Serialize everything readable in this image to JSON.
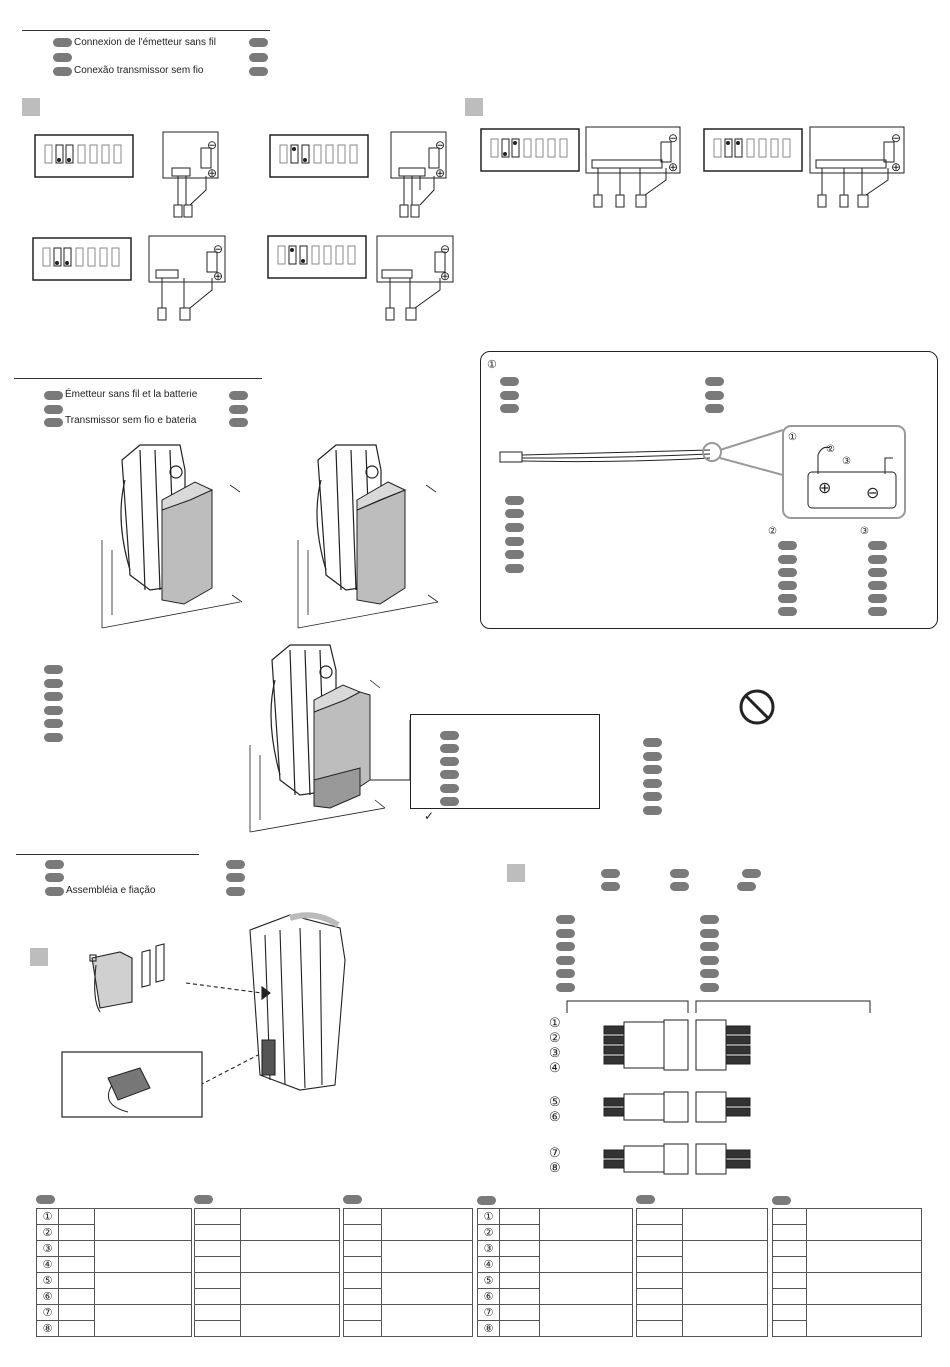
{
  "section_connection": {
    "title_fr": "Connexion de l'émetteur sans fil",
    "title_pt": "Conexão transmissor sem fio"
  },
  "section_battery": {
    "title_fr": "Émetteur sans fil et la batterie",
    "title_pt": "Transmissor sem fio e bateria"
  },
  "section_assembly": {
    "title_pt": "Assembléia e fiação"
  },
  "callout_numbers": [
    "①",
    "②",
    "③"
  ],
  "connector_numbers": [
    "①",
    "②",
    "③",
    "④",
    "⑤",
    "⑥",
    "⑦",
    "⑧"
  ],
  "battery_polarity": {
    "plus": "⊕",
    "minus": "⊖"
  },
  "check_mark": "✓",
  "colors": {
    "pill": "#7a7a7a",
    "block": "#bdbdbd",
    "line": "#222222"
  }
}
